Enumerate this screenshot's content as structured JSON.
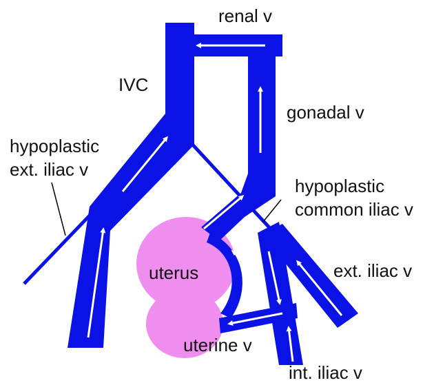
{
  "colors": {
    "vein": "#0a12e6",
    "arrow": "#ffffff",
    "uterus": "#f08ef0",
    "line": "#0a12e6",
    "leader": "#000000",
    "text": "#111111"
  },
  "labels": {
    "renal_v": "renal v",
    "ivc": "IVC",
    "gonadal_v": "gonadal v",
    "hypo_ext_iliac_line1": "hypoplastic",
    "hypo_ext_iliac_line2": "ext. iliac v",
    "hypo_common_iliac_line1": "hypoplastic",
    "hypo_common_iliac_line2": "common iliac v",
    "uterus": "uterus",
    "ext_iliac_v": "ext. iliac v",
    "uterine_v": "uterine v",
    "int_iliac_v": "int. iliac v"
  },
  "icons": [
    "flow-arrow-icon"
  ]
}
